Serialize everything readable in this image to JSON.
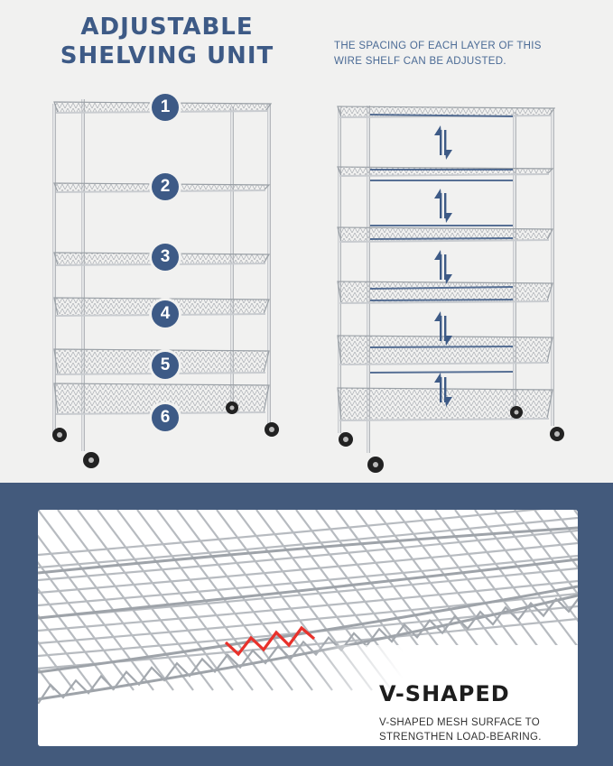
{
  "title": {
    "line1": "ADJUSTABLE",
    "line2": "SHELVING UNIT"
  },
  "note": {
    "line1": "THE SPACING OF EACH LAYER OF  THIS",
    "line2": "WIRE SHELF CAN BE ADJUSTED."
  },
  "layers": [
    "1",
    "2",
    "3",
    "4",
    "5",
    "6"
  ],
  "feature": {
    "title": "V-SHAPED",
    "desc_line1": "V-SHAPED MESH SURFACE TO",
    "desc_line2": "STRENGTHEN LOAD-BEARING."
  },
  "colors": {
    "accent": "#3d5a86",
    "band": "#435a7c",
    "highlight": "#e8312b"
  }
}
